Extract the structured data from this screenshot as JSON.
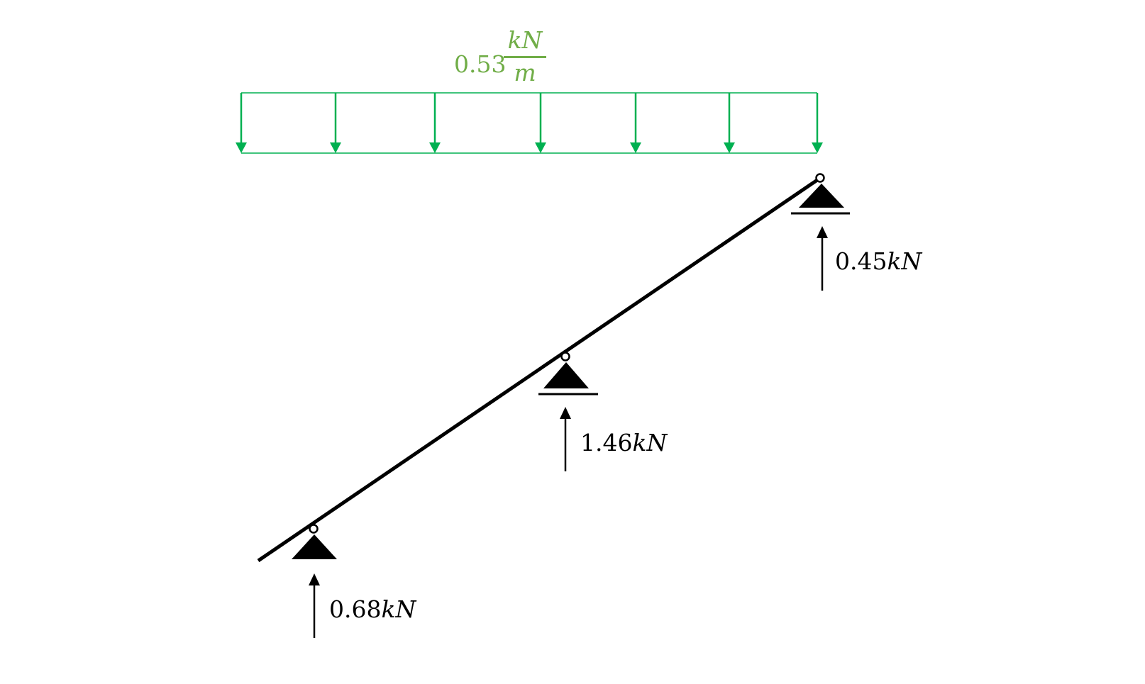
{
  "diagram": {
    "type": "continuous-beam-free-body-diagram",
    "distributed_load": {
      "value": "0.53",
      "unit_numerator": "kN",
      "unit_denominator": "m",
      "color": "#00b050",
      "label_color": "#70ad47",
      "arrow_count": 7,
      "direction": "down"
    },
    "beam": {
      "orientation": "inclined",
      "color": "#000000"
    },
    "supports": [
      {
        "position": "bottom-left",
        "kind": "pin",
        "reaction_value": "0.68",
        "reaction_unit": "kN"
      },
      {
        "position": "middle",
        "kind": "roller",
        "reaction_value": "1.46",
        "reaction_unit": "kN"
      },
      {
        "position": "top-right",
        "kind": "roller",
        "reaction_value": "0.45",
        "reaction_unit": "kN"
      }
    ],
    "reactions_direction": "up"
  }
}
